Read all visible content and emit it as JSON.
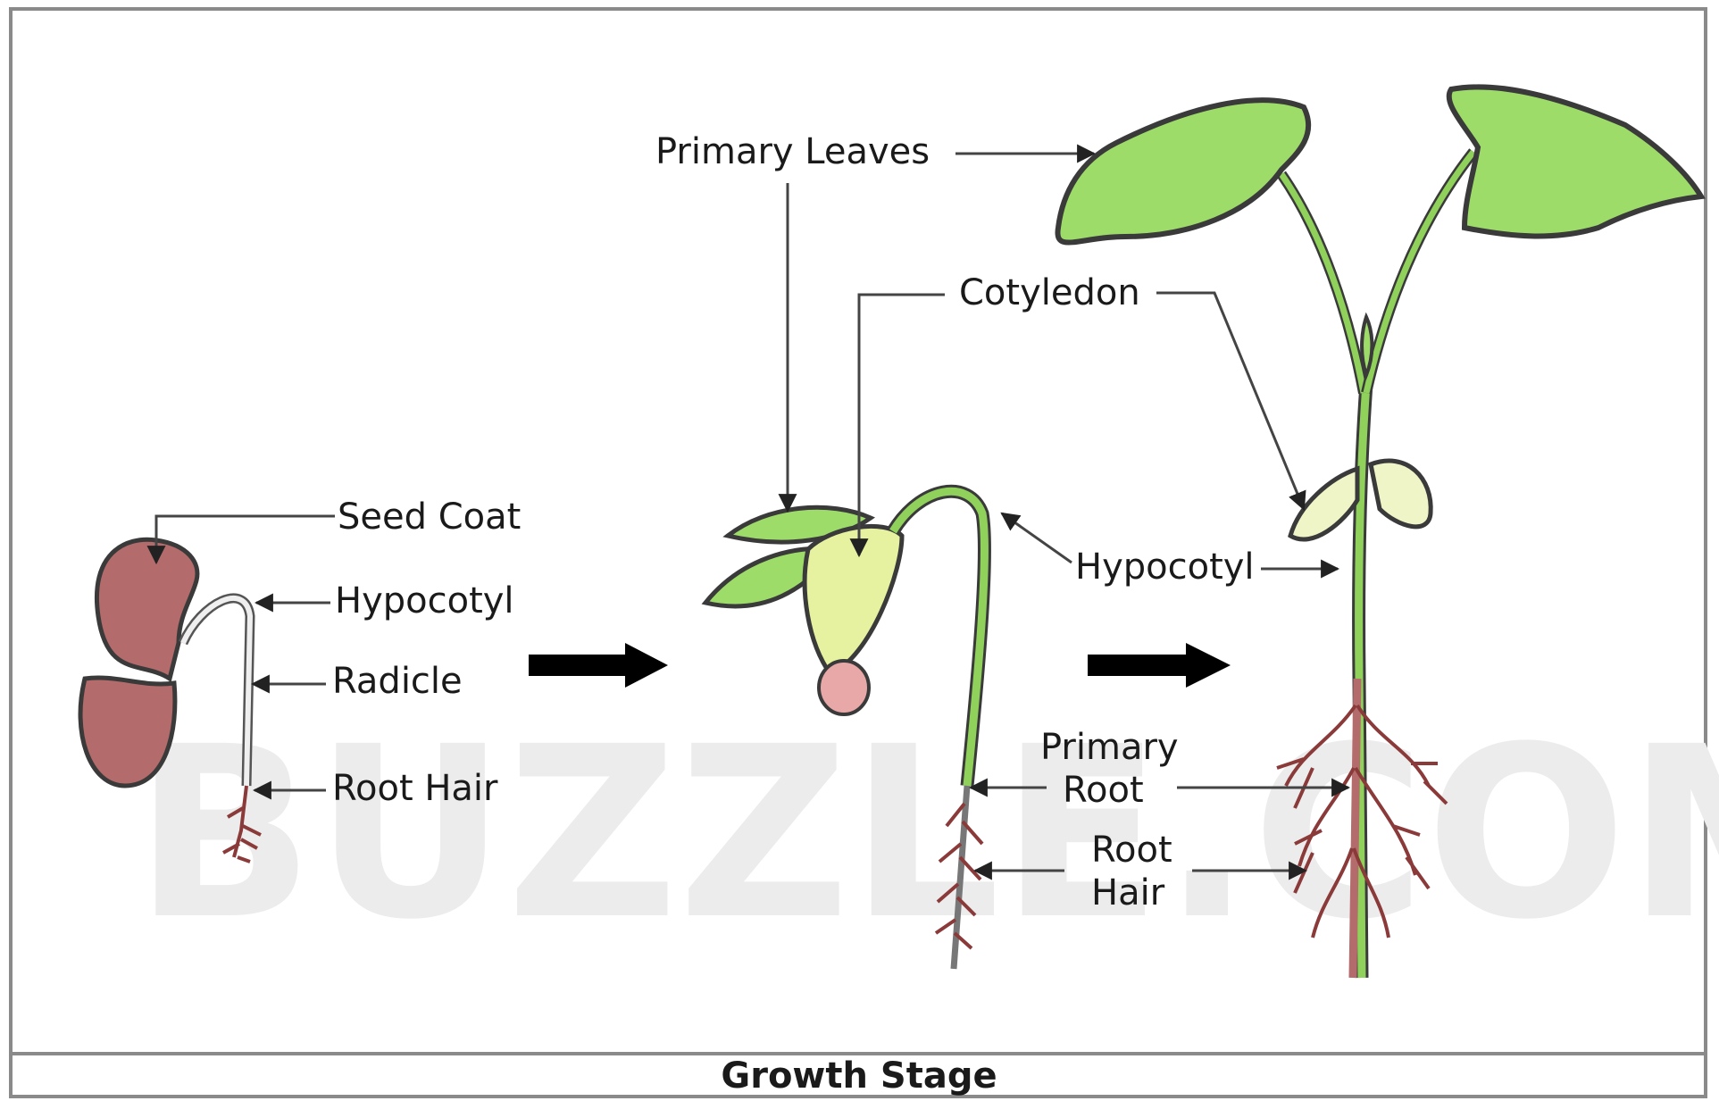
{
  "watermark": "BUZZLE.COM",
  "caption": "Growth Stage",
  "labels": {
    "seed_coat": "Seed Coat",
    "hypocotyl_stage1": "Hypocotyl",
    "radicle": "Radicle",
    "root_hair_stage1": "Root Hair",
    "primary_leaves": "Primary Leaves",
    "cotyledon": "Cotyledon",
    "hypocotyl_stage2": "Hypocotyl",
    "primary_root_line1": "Primary",
    "primary_root_line2": "Root",
    "root_hair_line1": "Root",
    "root_hair_line2": "Hair"
  },
  "colors": {
    "seed": "#b36b6b",
    "leaf": "#9edc6a",
    "cotyledon": "#e6f2a0",
    "stem": "#8fd15a",
    "root": "#8b3a3a",
    "outline": "#3a3a3a"
  }
}
